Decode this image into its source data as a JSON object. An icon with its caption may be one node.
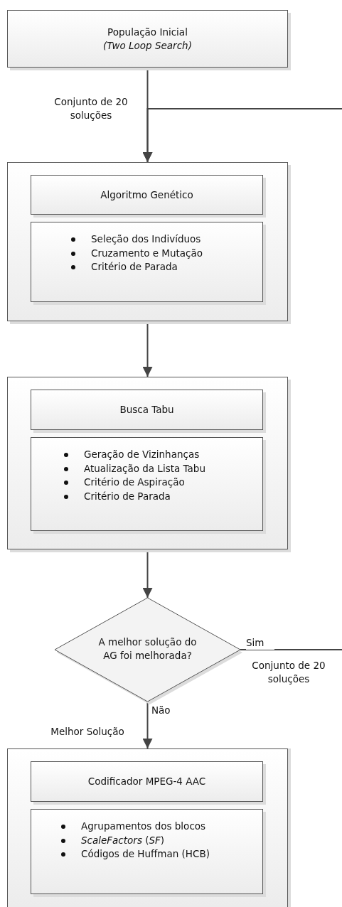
{
  "diagram": {
    "nodes": [
      {
        "text": [
          "População Inicial",
          "(Two Loop Search)"
        ]
      },
      {
        "text": [],
        "shape": "box"
      },
      {
        "text": [
          "Algoritmo Genético"
        ],
        "in": 1
      },
      {
        "text": [
          "Seleção dos Indivíduos",
          "Cruzamento e Mutação",
          "Critério de Parada"
        ],
        "in": 1
      },
      {
        "text": [],
        "shape": "box"
      },
      {
        "text": [
          "Busca Tabu"
        ],
        "in": 4
      },
      {
        "text": [
          "Geração de Vizinhanças",
          "Atualização da Lista Tabu",
          "Critério de Aspiração",
          "Critério de Parada"
        ],
        "in": 4
      },
      {
        "text": [
          "A melhor solução do AG foi melhorada?"
        ]
      },
      {
        "text": [],
        "shape": "box"
      },
      {
        "text": [
          "Codificador MPEG-4 AAC"
        ],
        "in": 8
      },
      {
        "text": [
          "Agrupamentos dos blocos",
          "*ScaleFactors* (*SF*)",
          "Códigos de Huffman (HCB)"
        ],
        "in": 8
      }
    ],
    "edges": [
      {
        "from": 0,
        "to": 1,
        "arrow": "to",
        "label": "Conjunto de 20 soluções"
      },
      {
        "from": 1,
        "to": 4,
        "arrow": "to"
      },
      {
        "from": 4,
        "to": 7,
        "arrow": "to"
      },
      {
        "from": 7,
        "to": 8,
        "arrow": "to",
        "label": "Não"
      },
      {
        "from": 7,
        "to": null,
        "arrow": "none",
        "label": "Sim"
      },
      {
        "from": null,
        "to": 1,
        "arrow": "to"
      }
    ],
    "labels": [
      "Melhor Solução",
      "Conjunto de 20 soluções"
    ]
  }
}
